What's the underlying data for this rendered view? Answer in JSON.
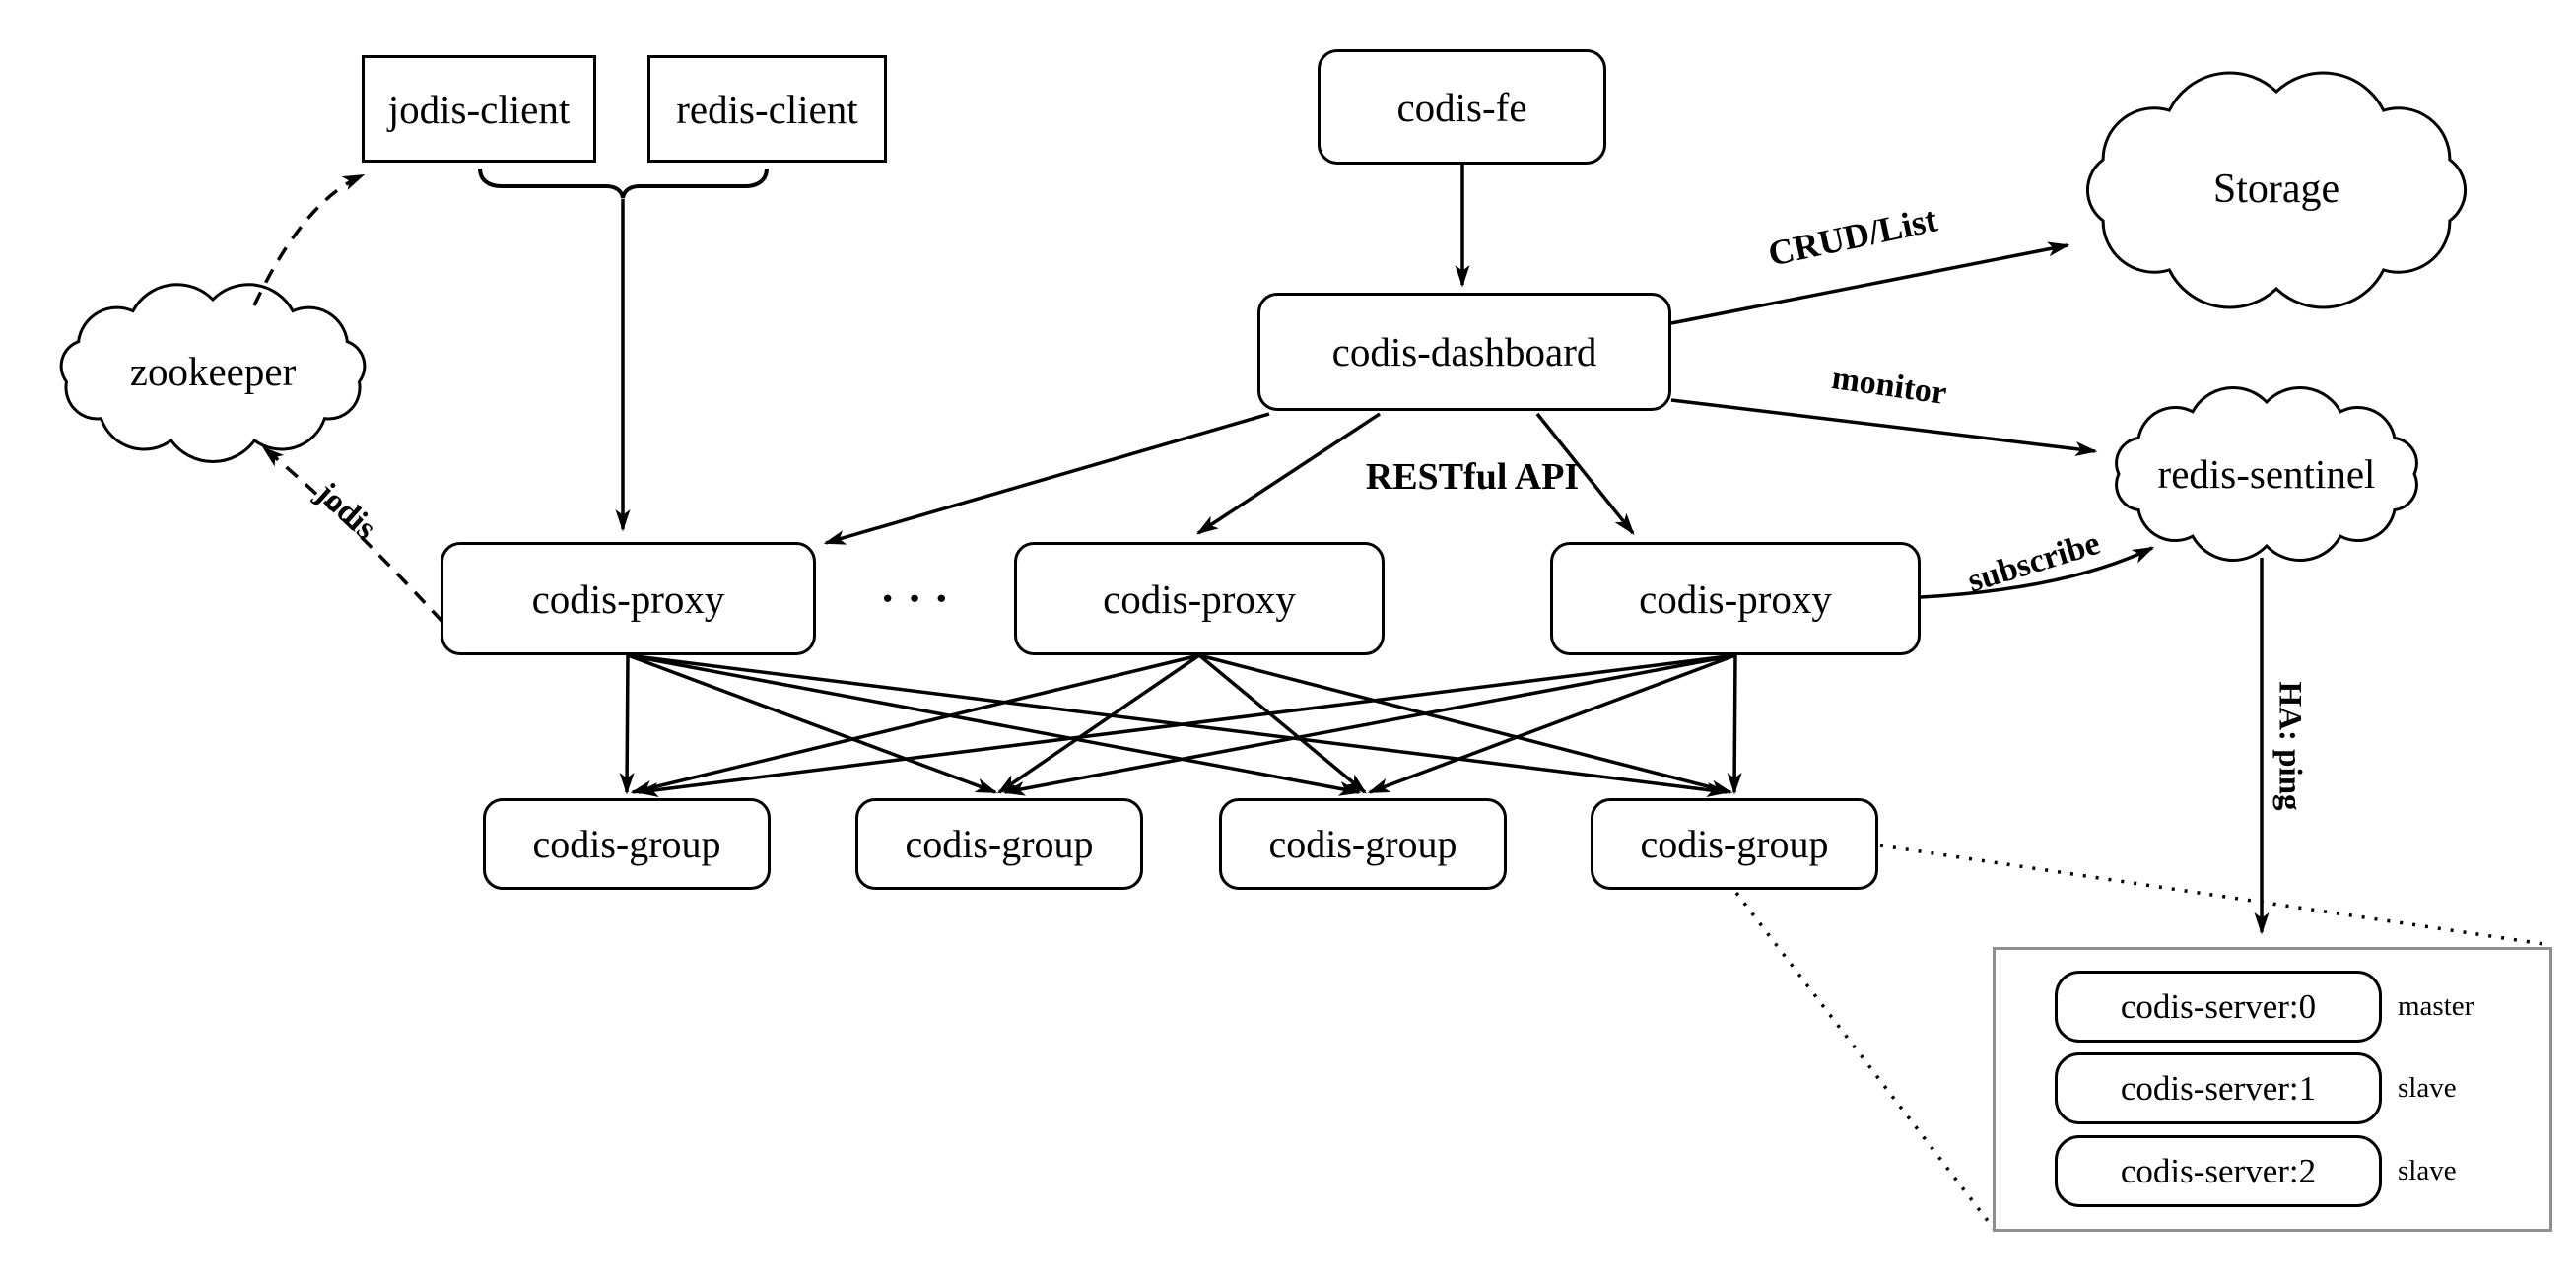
{
  "title": "Codis architecture diagram",
  "nodes": {
    "jodis_client": "jodis-client",
    "redis_client": "redis-client",
    "codis_fe": "codis-fe",
    "dashboard": "codis-dashboard",
    "proxies": [
      "codis-proxy",
      "codis-proxy",
      "codis-proxy"
    ],
    "ellipsis": "···",
    "groups": [
      "codis-group",
      "codis-group",
      "codis-group",
      "codis-group"
    ],
    "clouds": {
      "zookeeper": "zookeeper",
      "storage": "Storage",
      "sentinel": "redis-sentinel"
    },
    "servers": [
      {
        "label": "codis-server:0",
        "role": "master"
      },
      {
        "label": "codis-server:1",
        "role": "slave"
      },
      {
        "label": "codis-server:2",
        "role": "slave"
      }
    ]
  },
  "edge_labels": {
    "crud": "CRUD/List",
    "monitor": "monitor",
    "restful": "RESTful API",
    "subscribe": "subscribe",
    "jodis": "jodis",
    "ha_ping": "HA: ping"
  },
  "colors": {
    "stroke": "#000000",
    "container_border": "#8f8f8f",
    "background": "#ffffff"
  }
}
